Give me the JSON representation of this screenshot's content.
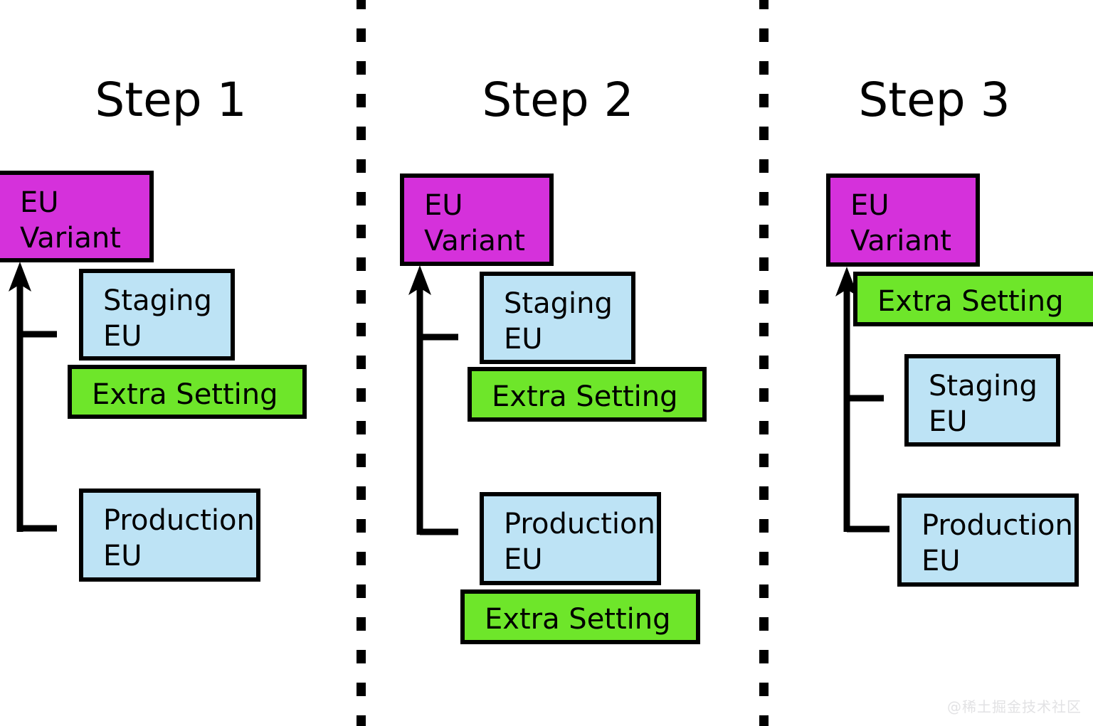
{
  "diagram": {
    "title_prefix": "Step",
    "background": "#ffffff",
    "colors": {
      "variant": "#d531db",
      "environment": "#bde3f5",
      "setting": "#6ee62a",
      "stroke": "#000000",
      "divider": "#000000",
      "watermark": "#e2e2e4"
    },
    "watermark": "@稀土掘金技术社区",
    "steps": [
      {
        "title": "Step 1",
        "nodes": {
          "variant": "EU\nVariant",
          "staging": "Staging\nEU",
          "staging_setting": "Extra Setting",
          "production": "Production\nEU"
        }
      },
      {
        "title": "Step 2",
        "nodes": {
          "variant": "EU\nVariant",
          "staging": "Staging\nEU",
          "staging_setting": "Extra Setting",
          "production": "Production\nEU",
          "production_setting": "Extra Setting"
        }
      },
      {
        "title": "Step 3",
        "nodes": {
          "variant": "EU\nVariant",
          "variant_setting": "Extra Setting",
          "staging": "Staging\nEU",
          "production": "Production\nEU"
        }
      }
    ]
  }
}
